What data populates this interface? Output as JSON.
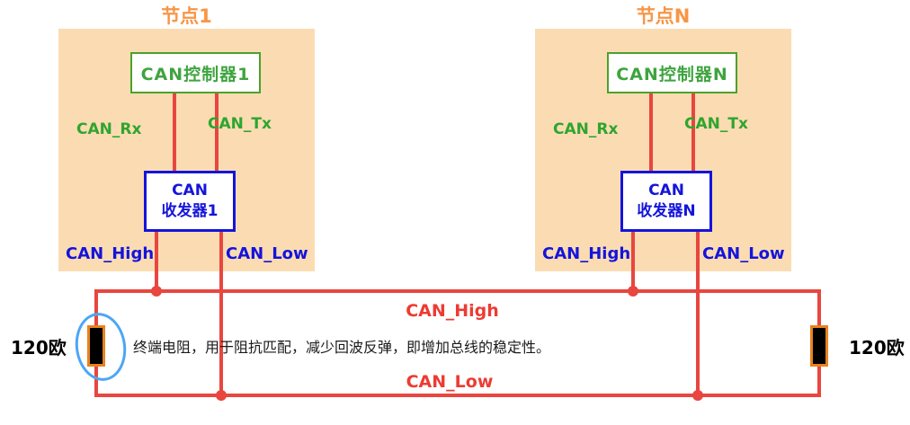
{
  "nodes": [
    {
      "title": "节点1",
      "controller": "CAN控制器1",
      "rx_label": "CAN_Rx",
      "tx_label": "CAN_Tx",
      "transceiver_line1": "CAN",
      "transceiver_line2": "收发器1",
      "high_label": "CAN_High",
      "low_label": "CAN_Low"
    },
    {
      "title": "节点N",
      "controller": "CAN控制器N",
      "rx_label": "CAN_Rx",
      "tx_label": "CAN_Tx",
      "transceiver_line1": "CAN",
      "transceiver_line2": "收发器N",
      "high_label": "CAN_High",
      "low_label": "CAN_Low"
    }
  ],
  "bus": {
    "high_label": "CAN_High",
    "low_label": "CAN_Low"
  },
  "terminators": {
    "left_label": "120欧",
    "right_label": "120欧"
  },
  "annotation": "终端电阻，用于阻抗匹配，减少回波反弹，即增加总线的稳定性。",
  "colors": {
    "node_bg": "#FBDCB2",
    "controller_green": "#3FA43F",
    "transceiver_blue": "#1414DC",
    "wire_red": "#E8463F",
    "bus_label_red": "#ED3B33",
    "title_orange": "#F79646",
    "resistor_border_orange": "#E8821E",
    "annotation_circle_blue": "#4BA6F7"
  }
}
